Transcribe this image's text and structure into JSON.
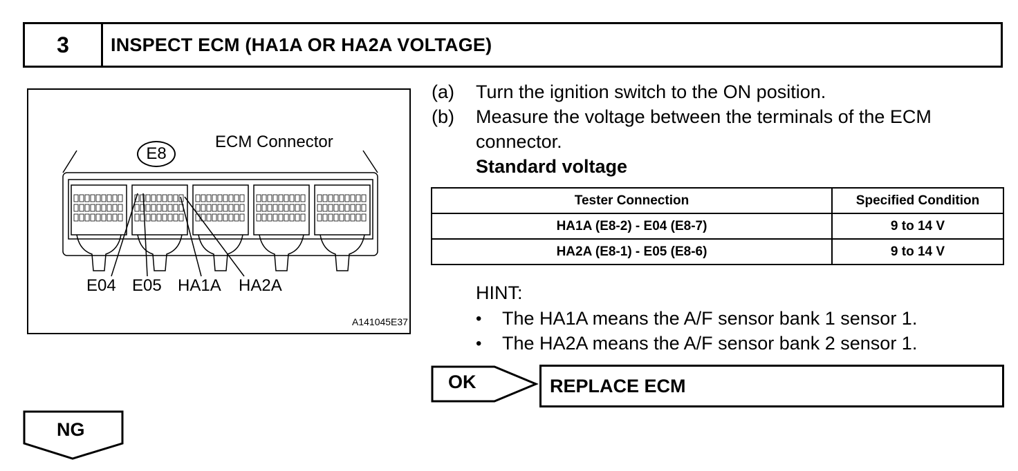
{
  "header": {
    "step_number": "3",
    "title": "INSPECT ECM (HA1A OR HA2A VOLTAGE)"
  },
  "figure": {
    "connector_id": "E8",
    "connector_title": "ECM Connector",
    "terminal_labels": [
      "E04",
      "E05",
      "HA1A",
      "HA2A"
    ],
    "image_code": "A141045E37"
  },
  "instructions": {
    "a_mark": "(a)",
    "a_text": "Turn the ignition switch to the ON position.",
    "b_mark": "(b)",
    "b_text_line1": "Measure the voltage between the terminals of the ECM",
    "b_text_line2": "connector.",
    "standard_label": "Standard voltage"
  },
  "table": {
    "headers": [
      "Tester Connection",
      "Specified Condition"
    ],
    "rows": [
      [
        "HA1A (E8-2) - E04 (E8-7)",
        "9 to 14 V"
      ],
      [
        "HA2A (E8-1) - E05 (E8-6)",
        "9 to 14 V"
      ]
    ]
  },
  "hint": {
    "label": "HINT:",
    "bullet_symbol": "•",
    "items": [
      "The HA1A means the A/F sensor bank 1 sensor 1.",
      "The HA2A means the A/F sensor bank 2 sensor 1."
    ]
  },
  "result_ok": {
    "label": "OK",
    "action": "REPLACE ECM"
  },
  "result_ng": {
    "label": "NG"
  }
}
